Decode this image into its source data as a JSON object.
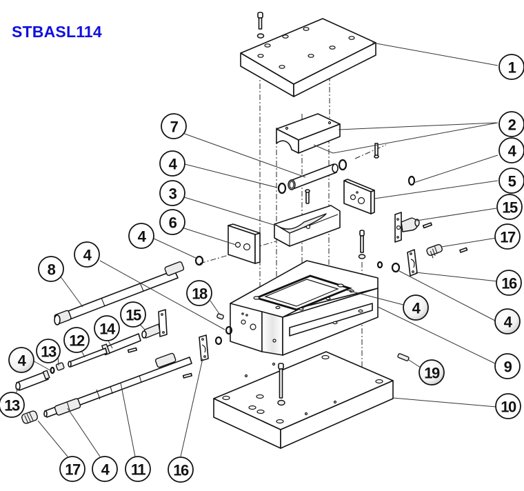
{
  "title": "STBASL114",
  "title_color": "#1010e0",
  "callouts": [
    {
      "id": "c1",
      "label": "1",
      "part": "top-cover-plate"
    },
    {
      "id": "c2",
      "label": "2",
      "part": "upper-clamp-block"
    },
    {
      "id": "c3",
      "label": "3",
      "part": "lower-clamp-block"
    },
    {
      "id": "c4a",
      "label": "4",
      "part": "o-ring"
    },
    {
      "id": "c4b",
      "label": "4",
      "part": "o-ring"
    },
    {
      "id": "c4c",
      "label": "4",
      "part": "o-ring"
    },
    {
      "id": "c4d",
      "label": "4",
      "part": "o-ring"
    },
    {
      "id": "c4e",
      "label": "4",
      "part": "o-ring"
    },
    {
      "id": "c4f",
      "label": "4",
      "part": "o-ring"
    },
    {
      "id": "c4g",
      "label": "4",
      "part": "o-ring"
    },
    {
      "id": "c4h",
      "label": "4",
      "part": "o-ring"
    },
    {
      "id": "c5",
      "label": "5",
      "part": "right-end-plate"
    },
    {
      "id": "c6",
      "label": "6",
      "part": "left-end-plate"
    },
    {
      "id": "c7",
      "label": "7",
      "part": "tube"
    },
    {
      "id": "c8",
      "label": "8",
      "part": "long-shaft"
    },
    {
      "id": "c9",
      "label": "9",
      "part": "main-housing-block"
    },
    {
      "id": "c10",
      "label": "10",
      "part": "base-plate"
    },
    {
      "id": "c11",
      "label": "11",
      "part": "stepped-shaft"
    },
    {
      "id": "c12",
      "label": "12",
      "part": "rod"
    },
    {
      "id": "c13a",
      "label": "13",
      "part": "sleeve"
    },
    {
      "id": "c13b",
      "label": "13",
      "part": "pin"
    },
    {
      "id": "c14",
      "label": "14",
      "part": "bushing"
    },
    {
      "id": "c15a",
      "label": "15",
      "part": "flanged-fitting"
    },
    {
      "id": "c15b",
      "label": "15",
      "part": "flanged-fitting"
    },
    {
      "id": "c16a",
      "label": "16",
      "part": "bracket-plate"
    },
    {
      "id": "c16b",
      "label": "16",
      "part": "bracket-plate"
    },
    {
      "id": "c17a",
      "label": "17",
      "part": "knurled-nut"
    },
    {
      "id": "c17b",
      "label": "17",
      "part": "knurled-nut"
    },
    {
      "id": "c18",
      "label": "18",
      "part": "grease-nipple"
    },
    {
      "id": "c19",
      "label": "19",
      "part": "plug-screw"
    }
  ]
}
